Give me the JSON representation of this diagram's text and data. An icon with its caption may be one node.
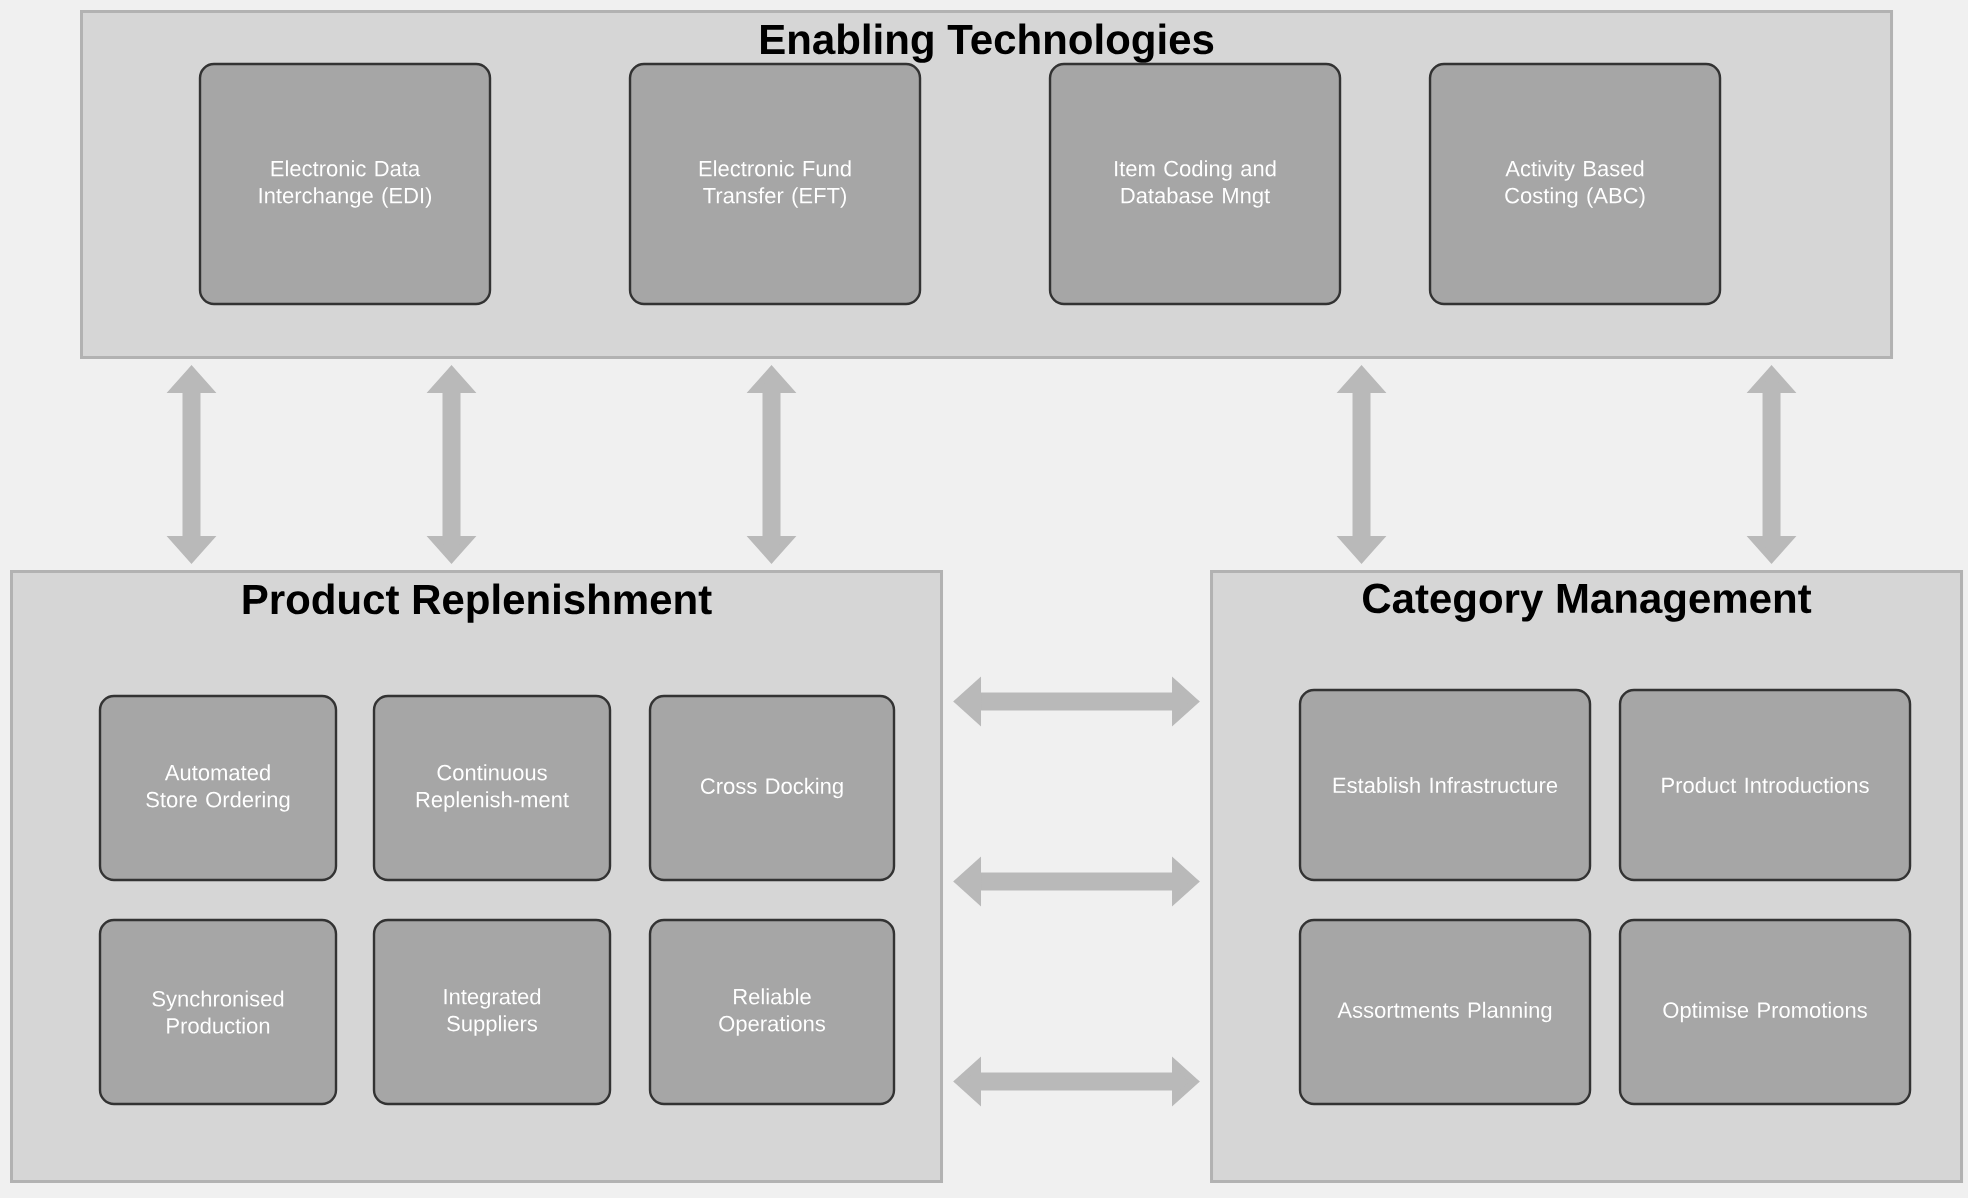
{
  "diagram": {
    "nodes": [
      {
        "text": [
          "Enabling Technologies"
        ]
      },
      {
        "text": [
          "Electronic Data Interchange (EDI)"
        ],
        "in": 0
      },
      {
        "text": [
          "Electronic Fund Transfer (EFT)"
        ],
        "in": 0
      },
      {
        "text": [
          "Item Coding and Database Mngt"
        ],
        "in": 0
      },
      {
        "text": [
          "Activity Based Costing (ABC)"
        ],
        "in": 0
      },
      {
        "text": [
          "Product Replenishment"
        ]
      },
      {
        "text": [
          "Automated Store Ordering"
        ],
        "in": 5
      },
      {
        "text": [
          "Continuous Replenish-ment"
        ],
        "in": 5
      },
      {
        "text": [
          "Cross Docking"
        ],
        "in": 5
      },
      {
        "text": [
          "Synchronised Production"
        ],
        "in": 5
      },
      {
        "text": [
          "Integrated Suppliers"
        ],
        "in": 5
      },
      {
        "text": [
          "Reliable Operations"
        ],
        "in": 5
      },
      {
        "text": [
          "Category Management"
        ]
      },
      {
        "text": [
          "Establish Infrastructure"
        ],
        "in": 12
      },
      {
        "text": [
          "Product Introductions"
        ],
        "in": 12
      },
      {
        "text": [
          "Assortments Planning"
        ],
        "in": 12
      },
      {
        "text": [
          "Optimise Promotions"
        ],
        "in": 12
      }
    ],
    "edges": [
      {
        "from": 0,
        "to": 5,
        "arrow": "both"
      },
      {
        "from": 0,
        "to": 5,
        "arrow": "both"
      },
      {
        "from": 0,
        "to": 5,
        "arrow": "both"
      },
      {
        "from": 0,
        "to": 12,
        "arrow": "both"
      },
      {
        "from": 0,
        "to": 12,
        "arrow": "both"
      },
      {
        "from": 5,
        "to": 12,
        "arrow": "both"
      },
      {
        "from": 5,
        "to": 12,
        "arrow": "both"
      },
      {
        "from": 5,
        "to": 12,
        "arrow": "both"
      }
    ]
  }
}
